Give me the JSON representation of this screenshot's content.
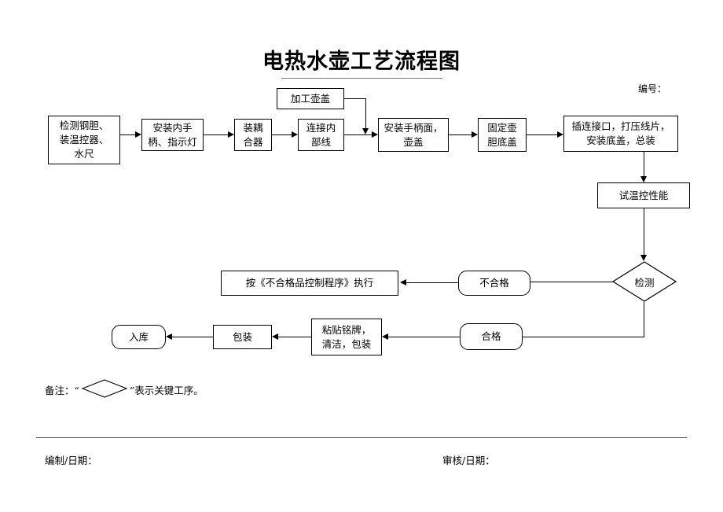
{
  "document": {
    "title": "电热水壶工艺流程图",
    "doc_number_label": "编号：",
    "remark_prefix": "备注：“",
    "remark_suffix": "”表示关键工序。",
    "footer_left": "编制/日期：",
    "footer_right": "审核/日期："
  },
  "flow": {
    "process_row": [
      {
        "id": "inspect",
        "label": "检测钢胆、\n装温控器、\n水尺"
      },
      {
        "id": "install-inner-handle",
        "label": "安装内手\n柄、指示灯"
      },
      {
        "id": "install-coupler",
        "label": "装耦\n合器"
      },
      {
        "id": "connect-inner-wire",
        "label": "连接内\n部线"
      },
      {
        "id": "install-handle-lid",
        "label": "安装手柄面，\n壶盖"
      },
      {
        "id": "fix-liner-base",
        "label": "固定壶\n胆底盖"
      },
      {
        "id": "assembly",
        "label": "插连接口，打压线片，\n安装底盖，总装"
      }
    ],
    "side_input": {
      "id": "machine-lid",
      "label": "加工壶盖"
    },
    "test": {
      "id": "test-thermostat",
      "label": "试温控性能"
    },
    "decision": {
      "id": "inspection",
      "label": "检测"
    },
    "branch_fail": {
      "id": "fail",
      "label": "不合格"
    },
    "branch_pass": {
      "id": "pass",
      "label": "合格"
    },
    "nonconforming_procedure": {
      "id": "nc-procedure",
      "label": "按《不合格品控制程序》执行"
    },
    "label_clean_pack": {
      "id": "label-clean-pack",
      "label": "粘贴铭牌，\n清洁，包装"
    },
    "packaging": {
      "id": "packaging",
      "label": "包装"
    },
    "warehouse": {
      "id": "warehouse",
      "label": "入库"
    }
  },
  "colors": {
    "line": "#000000",
    "text": "#000000",
    "background": "#ffffff",
    "rule": "#555555"
  }
}
